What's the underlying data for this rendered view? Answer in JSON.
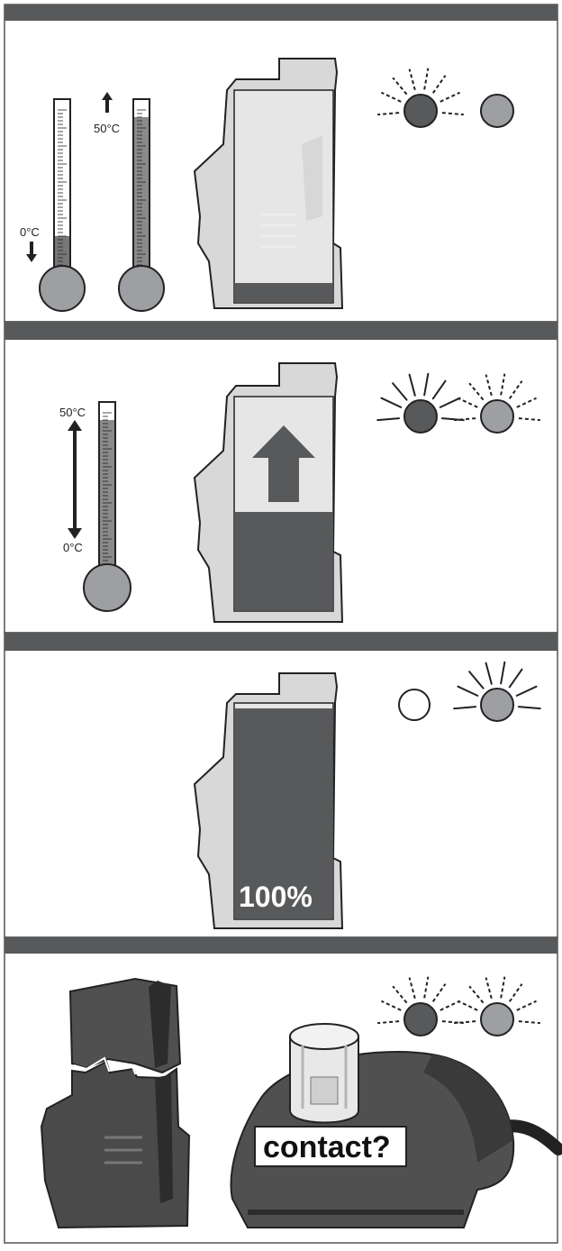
{
  "colors": {
    "header_bar": "#58595b",
    "led_dark": "#58595b",
    "led_light": "#9d9fa2",
    "led_off": "#ffffff",
    "charge_fill": "#58595b"
  },
  "panels": [
    {
      "id": "panel-1",
      "thermometers": [
        {
          "label": "0°C",
          "arrow": "down"
        },
        {
          "label": "50°C",
          "arrow": "up"
        }
      ],
      "battery_charge_fraction": 0.08,
      "leds": [
        {
          "color": "dark",
          "state": "blinking"
        },
        {
          "color": "light",
          "state": "on"
        }
      ]
    },
    {
      "id": "panel-2",
      "thermometer_range": {
        "top_label": "50°C",
        "bottom_label": "0°C"
      },
      "battery_charge_fraction": 0.45,
      "charging_arrow": "up",
      "leds": [
        {
          "color": "dark",
          "state": "on"
        },
        {
          "color": "light",
          "state": "blinking"
        }
      ]
    },
    {
      "id": "panel-3",
      "battery_charge_fraction": 1.0,
      "battery_label": "100%",
      "leds": [
        {
          "color": "off",
          "state": "off"
        },
        {
          "color": "light",
          "state": "on"
        }
      ]
    },
    {
      "id": "panel-4",
      "contact_label": "contact?",
      "leds": [
        {
          "color": "dark",
          "state": "blinking"
        },
        {
          "color": "light",
          "state": "blinking"
        }
      ]
    }
  ]
}
